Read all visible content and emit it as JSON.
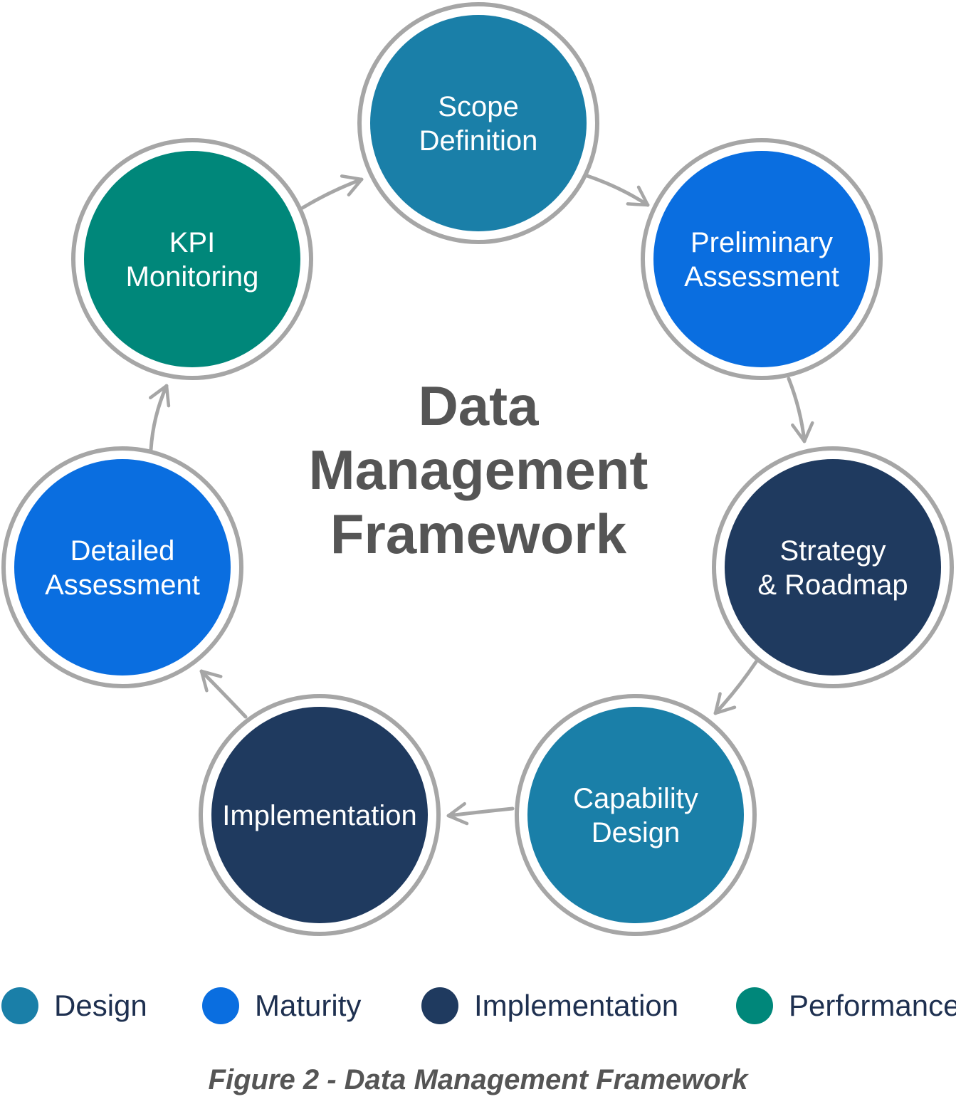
{
  "diagram": {
    "title_lines": [
      "Data",
      "Management",
      "Framework"
    ],
    "nodes": [
      {
        "id": "scope-definition",
        "lines": [
          "Scope",
          "Definition"
        ],
        "category": "design"
      },
      {
        "id": "preliminary-assessment",
        "lines": [
          "Preliminary",
          "Assessment"
        ],
        "category": "maturity"
      },
      {
        "id": "strategy-roadmap",
        "lines": [
          "Strategy",
          "& Roadmap"
        ],
        "category": "implementation"
      },
      {
        "id": "capability-design",
        "lines": [
          "Capability",
          "Design"
        ],
        "category": "design"
      },
      {
        "id": "implementation",
        "lines": [
          "Implementation"
        ],
        "category": "implementation"
      },
      {
        "id": "detailed-assessment",
        "lines": [
          "Detailed",
          "Assessment"
        ],
        "category": "maturity"
      },
      {
        "id": "kpi-monitoring",
        "lines": [
          "KPI",
          "Monitoring"
        ],
        "category": "performance"
      }
    ],
    "colors": {
      "design": "#1a7fa8",
      "maturity": "#0a6ee0",
      "implementation": "#1f3a5f",
      "performance": "#00877a",
      "ring": "#a6a6a6",
      "arrow": "#a6a6a6"
    }
  },
  "legend": {
    "items": [
      {
        "key": "design",
        "label": "Design",
        "color": "#1a7fa8"
      },
      {
        "key": "maturity",
        "label": "Maturity",
        "color": "#0a6ee0"
      },
      {
        "key": "implementation",
        "label": "Implementation",
        "color": "#1f3a5f"
      },
      {
        "key": "performance",
        "label": "Performance",
        "color": "#00877a"
      }
    ]
  },
  "caption": "Figure 2 - Data Management Framework"
}
